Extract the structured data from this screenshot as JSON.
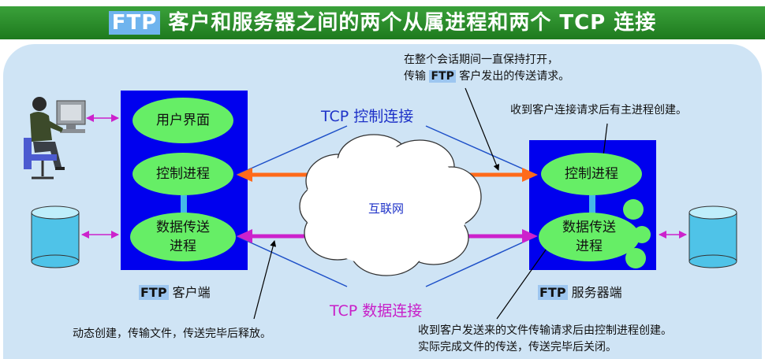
{
  "title": {
    "ftp": "FTP",
    "rest": " 客户和服务器之间的两个从属进程和两个 TCP 连接"
  },
  "client": {
    "ui": "用户界面",
    "control": "控制进程",
    "data_line1": "数据传送",
    "data_line2": "进程",
    "label_ftp": "FTP",
    "label_rest": " 客户端"
  },
  "server": {
    "control": "控制进程",
    "data_line1": "数据传送",
    "data_line2": "进程",
    "label_ftp": "FTP",
    "label_rest": " 服务器端"
  },
  "network": {
    "cloud": "互联网",
    "tcp_control": "TCP 控制连接",
    "tcp_data": "TCP 数据连接"
  },
  "notes": {
    "top_line1": "在整个会话期间一直保持打开，",
    "top_line2_pre": "传输 ",
    "top_line2_ftp": "FTP",
    "top_line2_post": " 客户发出的传送请求。",
    "server_control": "收到客户连接请求后有主进程创建。",
    "client_data": "动态创建，传输文件，传送完毕后释放。",
    "server_data_line1": "收到客户发送来的文件传输请求后由控制进程创建。",
    "server_data_line2": "实际完成文件的传送，传送完毕后关闭。"
  },
  "colors": {
    "title_green": "#2a8f2a",
    "panel_blue": "#0000ee",
    "process_green": "#66ee66",
    "control_arrow": "#ff6a1a",
    "data_arrow": "#cc22cc",
    "background": "#cfe4f5"
  },
  "icons": [
    "user-at-computer-icon",
    "client-database-icon",
    "server-database-icon",
    "internet-cloud-icon"
  ]
}
